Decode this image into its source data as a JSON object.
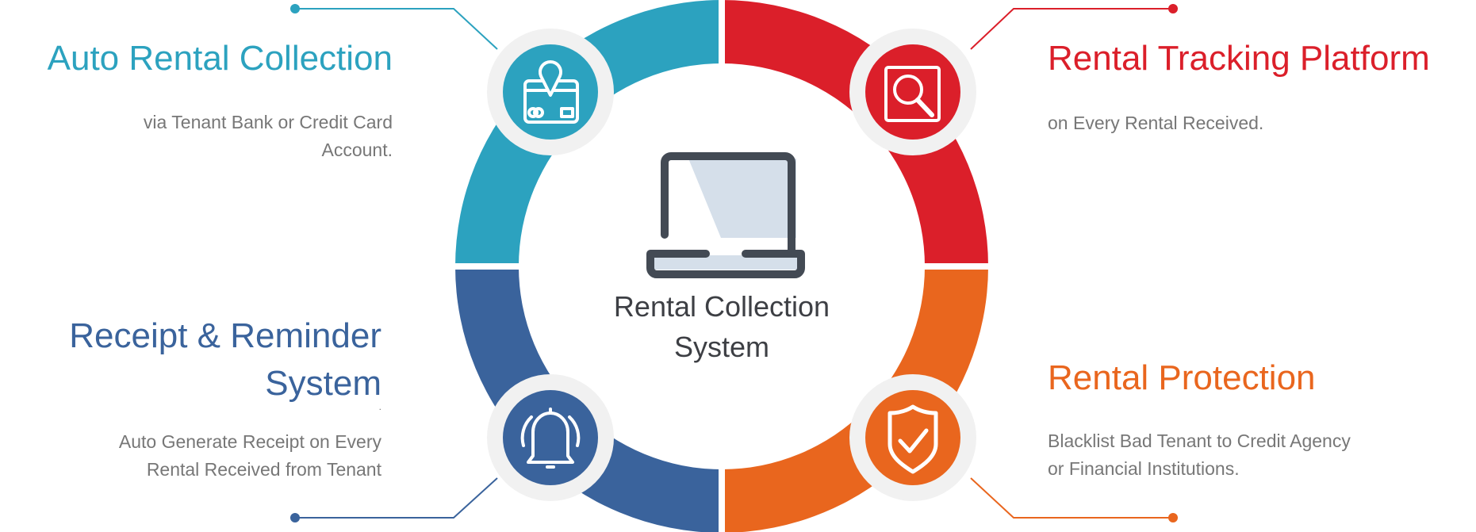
{
  "colors": {
    "auto": "#2ca2bf",
    "tracking": "#db1f2a",
    "receipt": "#3a639c",
    "protection": "#e9661e",
    "icon_ring": "#f1f1f1",
    "laptop": "#434a54",
    "laptop_screen": "#d5dfea"
  },
  "center": {
    "line1": "Rental Collection",
    "line2": "System",
    "icon": "laptop-icon"
  },
  "features": {
    "auto": {
      "title": "Auto Rental Collection",
      "desc1": "via Tenant Bank or Credit Card",
      "desc2": "Account.",
      "icon": "credit-card-location-icon"
    },
    "tracking": {
      "title": "Rental Tracking Platform",
      "desc1": "on Every Rental Received.",
      "icon": "search-icon"
    },
    "receipt": {
      "title1": "Receipt & Reminder",
      "title2": "System",
      "dot": ".",
      "desc1": "Auto Generate Receipt on Every",
      "desc2": "Rental Received from Tenant",
      "icon": "bell-icon"
    },
    "protection": {
      "title": "Rental Protection",
      "desc1": "Blacklist Bad Tenant to Credit Agency",
      "desc2": "or Financial Institutions.",
      "icon": "shield-check-icon"
    }
  }
}
